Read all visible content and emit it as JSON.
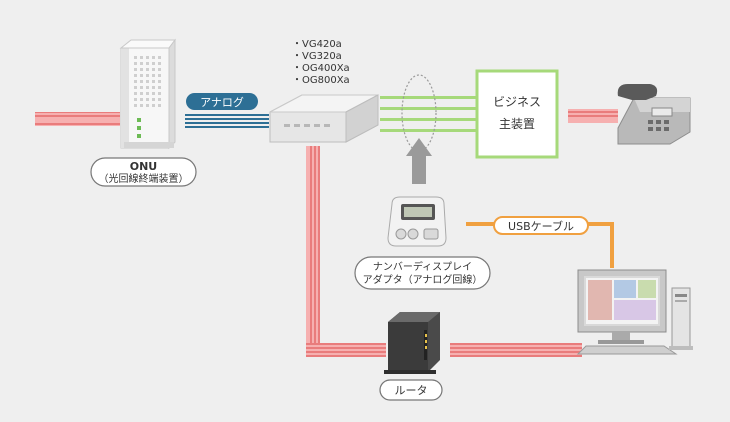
{
  "onu": {
    "name": "ONU",
    "subname": "（光回線終端装置）"
  },
  "analog_badge": "アナログ",
  "vg_models": [
    "・VG420a",
    "・VG320a",
    "・OG400Xa",
    "・OG800Xa"
  ],
  "business_unit": {
    "line1": "ビジネス",
    "line2": "主装置"
  },
  "usb_cable": "USBケーブル",
  "number_display": {
    "line1": "ナンバーディスプレイ",
    "line2": "アダプタ（アナログ回線）"
  },
  "router": "ルータ",
  "colors": {
    "background": "#efefef",
    "pink_line": "#f08888",
    "green_line": "#a6d97a",
    "blue_line": "#2d6f95",
    "orange_line": "#f0a040",
    "arrow_gray": "#9a9a9a"
  }
}
